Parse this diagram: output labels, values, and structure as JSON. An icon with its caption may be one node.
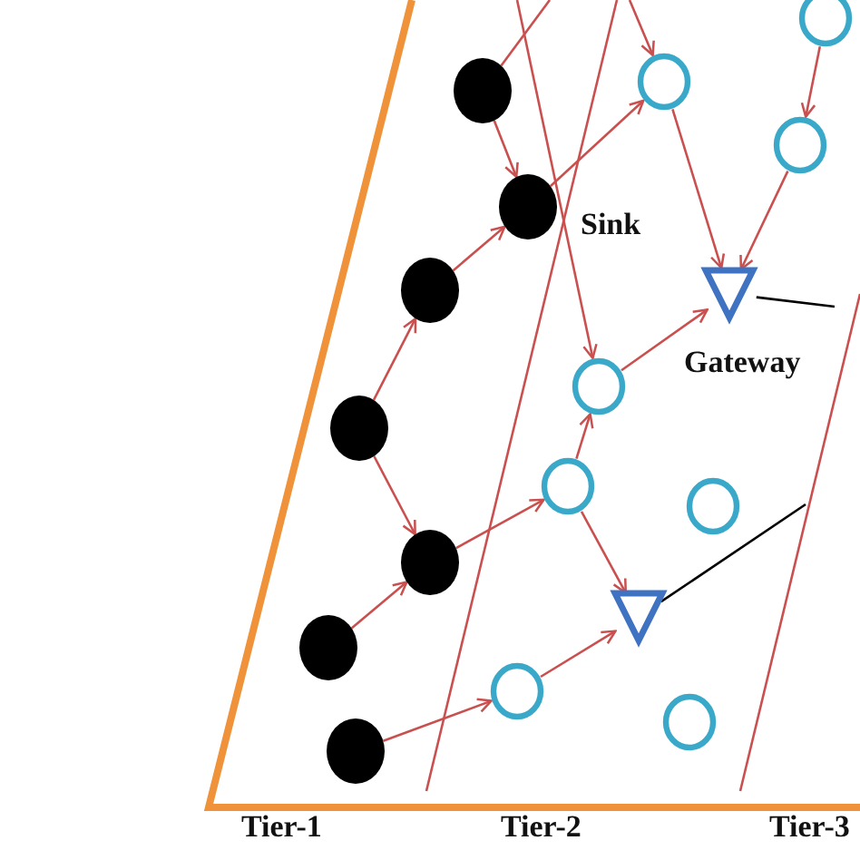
{
  "diagram": {
    "nodes": [
      {
        "text": [],
        "shape": "circle"
      },
      {
        "text": [],
        "shape": "circle"
      },
      {
        "text": [],
        "shape": "circle"
      },
      {
        "text": [],
        "shape": "circle"
      },
      {
        "text": [],
        "shape": "circle"
      },
      {
        "text": [],
        "shape": "circle"
      },
      {
        "text": [],
        "shape": "circle"
      },
      {
        "text": [],
        "shape": "circle"
      },
      {
        "text": [],
        "shape": "circle"
      },
      {
        "text": [],
        "shape": "circle"
      },
      {
        "text": [],
        "shape": "circle"
      },
      {
        "text": [],
        "shape": "circle"
      },
      {
        "text": [],
        "shape": "circle"
      },
      {
        "text": [],
        "shape": "circle"
      },
      {
        "text": [],
        "shape": "circle"
      },
      {
        "text": [],
        "shape": "triangle"
      },
      {
        "text": [],
        "shape": "triangle"
      }
    ],
    "edges": [
      {
        "from": 0,
        "to": 1,
        "arrow": "to"
      },
      {
        "from": 0,
        "to": null,
        "arrow": "none"
      },
      {
        "from": 2,
        "to": 1,
        "arrow": "to"
      },
      {
        "from": 1,
        "to": 8,
        "arrow": "to"
      },
      {
        "from": 3,
        "to": 2,
        "arrow": "to"
      },
      {
        "from": 3,
        "to": 4,
        "arrow": "to"
      },
      {
        "from": 5,
        "to": 4,
        "arrow": "to"
      },
      {
        "from": 4,
        "to": 11,
        "arrow": "to"
      },
      {
        "from": 6,
        "to": 13,
        "arrow": "to"
      },
      {
        "from": 13,
        "to": 16,
        "arrow": "to"
      },
      {
        "from": 11,
        "to": 10,
        "arrow": "to"
      },
      {
        "from": 11,
        "to": 16,
        "arrow": "to"
      },
      {
        "from": 10,
        "to": 15,
        "arrow": "to"
      },
      {
        "from": 8,
        "to": 15,
        "arrow": "to"
      },
      {
        "from": 9,
        "to": 15,
        "arrow": "to"
      },
      {
        "from": 7,
        "to": 9,
        "arrow": "to"
      },
      {
        "from": null,
        "to": 8,
        "arrow": "to"
      },
      {
        "from": null,
        "to": 10,
        "arrow": "to"
      },
      {
        "from": 15,
        "to": null,
        "arrow": "none",
        "color": "#000000"
      },
      {
        "from": 16,
        "to": null,
        "arrow": "none",
        "color": "#000000"
      }
    ],
    "labels": [
      "Sink",
      "Gateway",
      "Tier-1",
      "Tier-2",
      "Tier-3"
    ]
  }
}
